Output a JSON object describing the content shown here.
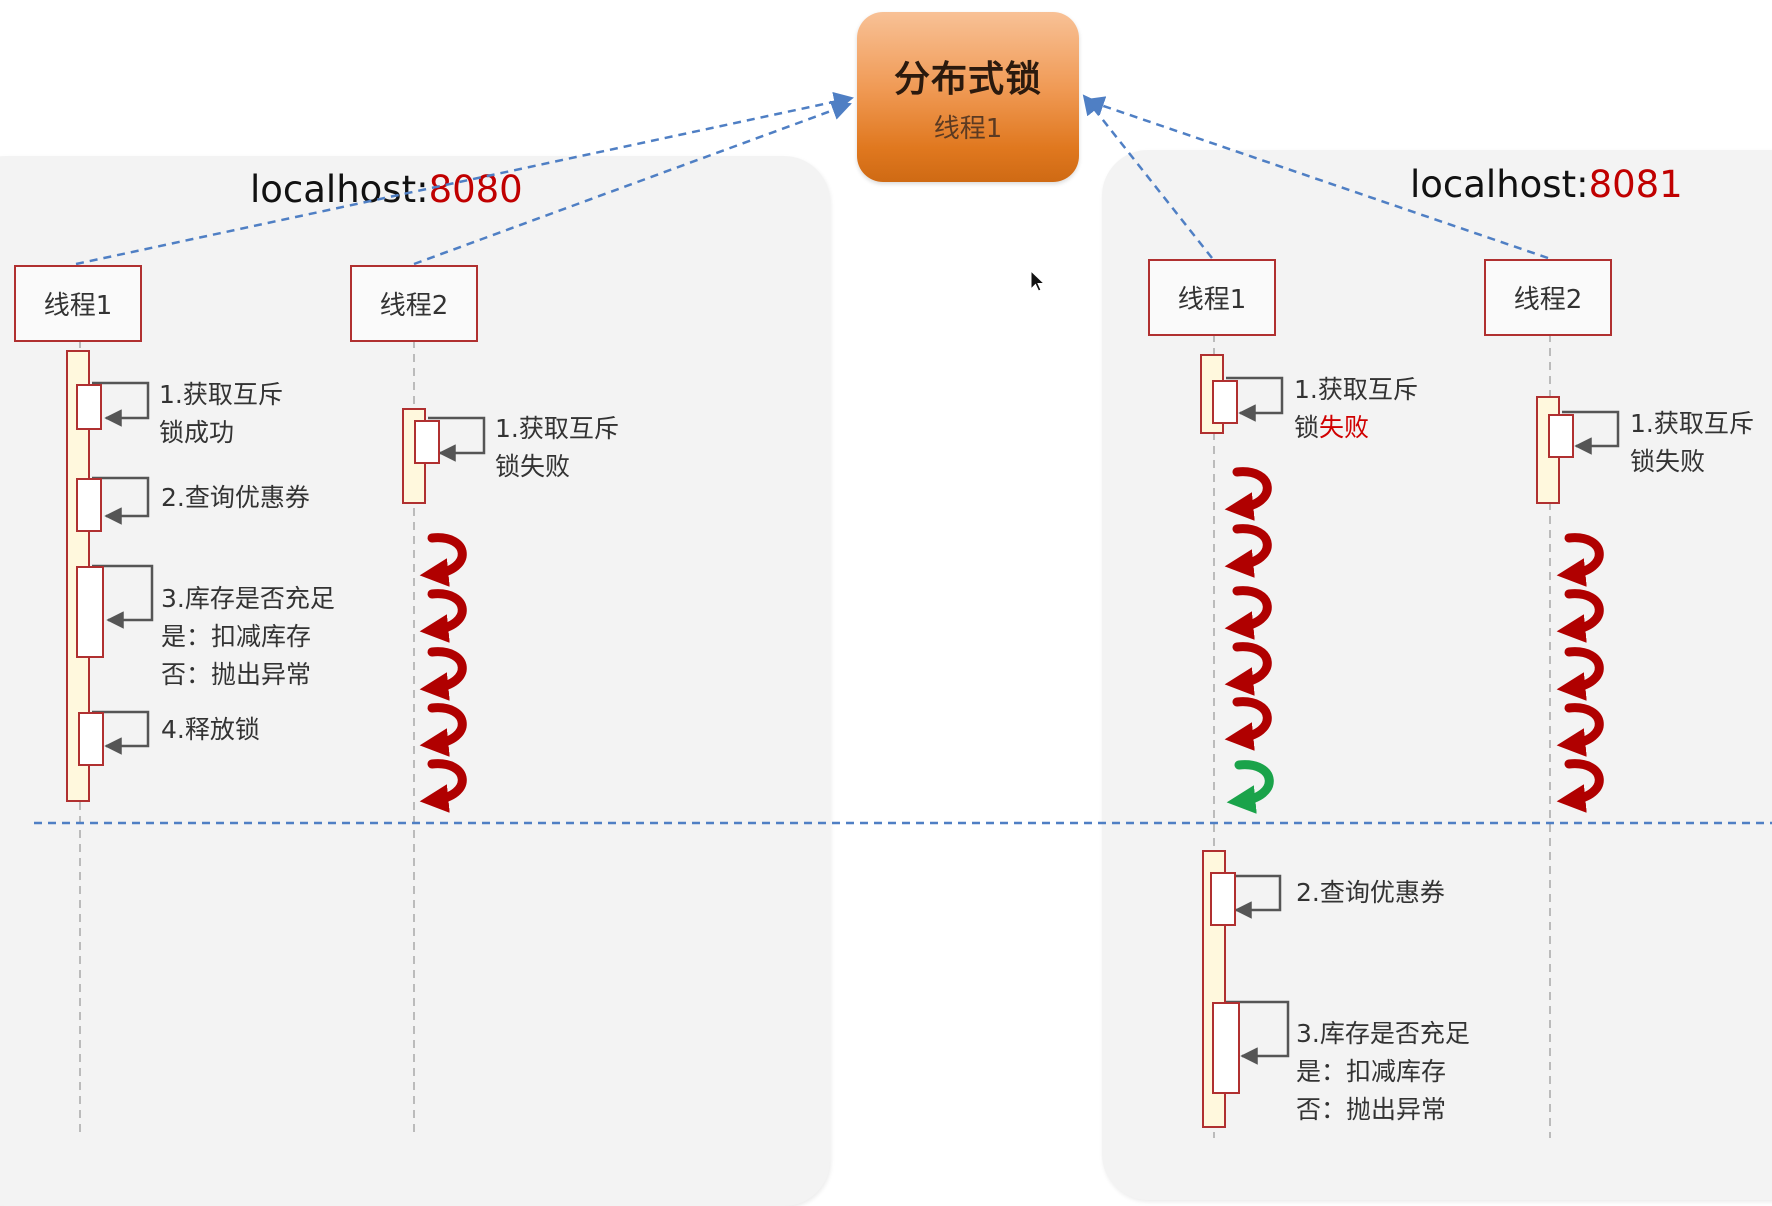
{
  "lock": {
    "title": "分布式锁",
    "holder": "线程1"
  },
  "left_server": {
    "host": "localhost:",
    "port": "8080",
    "thread1": {
      "label": "线程1",
      "steps": [
        {
          "line1": "1.获取互斥",
          "line2": "锁成功"
        },
        {
          "line1": "2.查询优惠券"
        },
        {
          "line1": "3.库存是否充足",
          "line2": "是：扣减库存",
          "line3": "否：抛出异常"
        },
        {
          "line1": "4.释放锁"
        }
      ]
    },
    "thread2": {
      "label": "线程2",
      "step": {
        "line1": "1.获取互斥",
        "line2": "锁失败"
      }
    }
  },
  "right_server": {
    "host": "localhost:",
    "port": "8081",
    "thread1": {
      "label": "线程1",
      "step1": {
        "line1": "1.获取互斥",
        "line2_prefix": "锁",
        "line2_highlight": "失败"
      },
      "step2": {
        "line1": "2.查询优惠券"
      },
      "step3": {
        "line1": "3.库存是否充足",
        "line2": "是：扣减库存",
        "line3": "否：抛出异常"
      }
    },
    "thread2": {
      "label": "线程2",
      "step": {
        "line1": "1.获取互斥",
        "line2": "锁失败"
      }
    }
  },
  "colors": {
    "lifeline_box_border": "#b03030",
    "retry_arrow": "#b00000",
    "success_arrow": "#1aa34a",
    "connector": "#4f7fc4"
  }
}
